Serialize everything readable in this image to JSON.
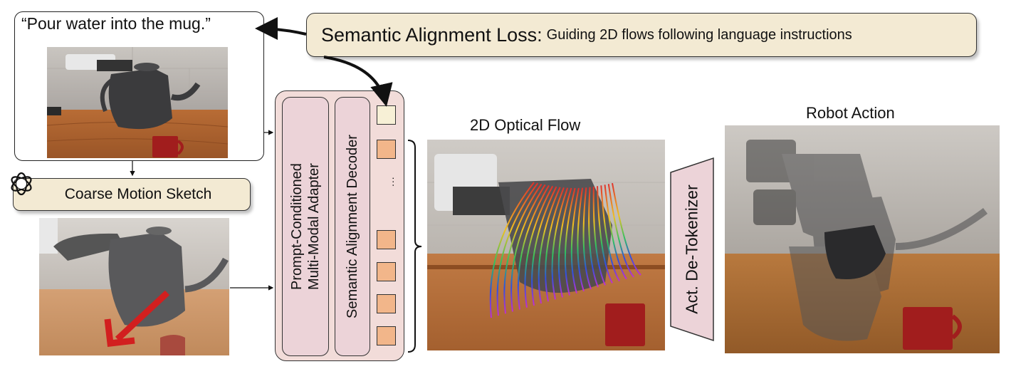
{
  "prompt": {
    "text": "“Pour water into the mug.”"
  },
  "loss": {
    "title": "Semantic Alignment Loss:",
    "subtitle": "Guiding 2D flows following  language instructions"
  },
  "sketch": {
    "label": "Coarse Motion Sketch",
    "icon": "openai-logo-icon"
  },
  "model": {
    "adapter_line1": "Prompt-Conditioned",
    "adapter_line2": "Multi-Modal Adapter",
    "decoder": "Semantic Alignment Decoder",
    "ellipsis": "...",
    "token_colors": {
      "query": "#f7f0d6",
      "output": "#f2b68a"
    }
  },
  "flow": {
    "heading": "2D Optical Flow"
  },
  "detokenizer": {
    "label": "Act. De-Tokenizer"
  },
  "action": {
    "heading": "Robot Action"
  },
  "colors": {
    "box_fill": "#f3ead3",
    "panel_fill": "#f2dcd9",
    "module_fill": "#ecd3d8",
    "arrow": "#d21f1f"
  }
}
